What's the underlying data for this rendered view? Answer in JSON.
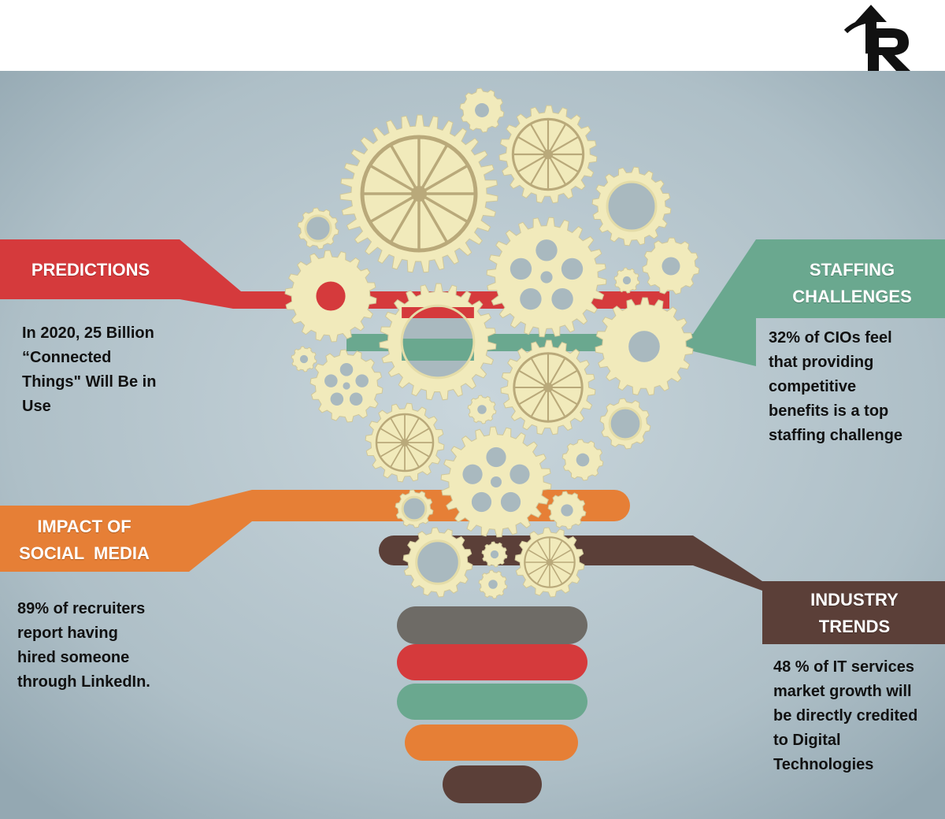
{
  "colors": {
    "red": "#d53a3c",
    "teal": "#6aa88f",
    "orange": "#e67f36",
    "brown": "#5b3f38",
    "gear": "#f1eabb",
    "background": "#b9c8cf",
    "base_gray": "#6e6b66"
  },
  "sections": {
    "predictions": {
      "title": "PREDICTIONS",
      "text_lines": [
        "In 2020, 25 Billion",
        "“Connected",
        "Things\" Will Be in",
        "Use"
      ]
    },
    "staffing": {
      "title_lines": [
        "STAFFING",
        "CHALLENGES"
      ],
      "text_lines": [
        "32% of CIOs feel",
        "that providing",
        "competitive",
        "benefits is a top",
        "staffing challenge"
      ]
    },
    "social": {
      "title_lines": [
        "IMPACT OF",
        "SOCIAL  MEDIA"
      ],
      "text_lines": [
        "89% of recruiters",
        "report having",
        "hired someone",
        "through LinkedIn."
      ]
    },
    "industry": {
      "title_lines": [
        "INDUSTRY",
        "TRENDS"
      ],
      "text_lines": [
        "48 % of IT services",
        "market growth will",
        "be directly credited",
        "to Digital",
        "Technologies"
      ]
    }
  },
  "logo": {
    "icon": "tr-logo-icon"
  }
}
